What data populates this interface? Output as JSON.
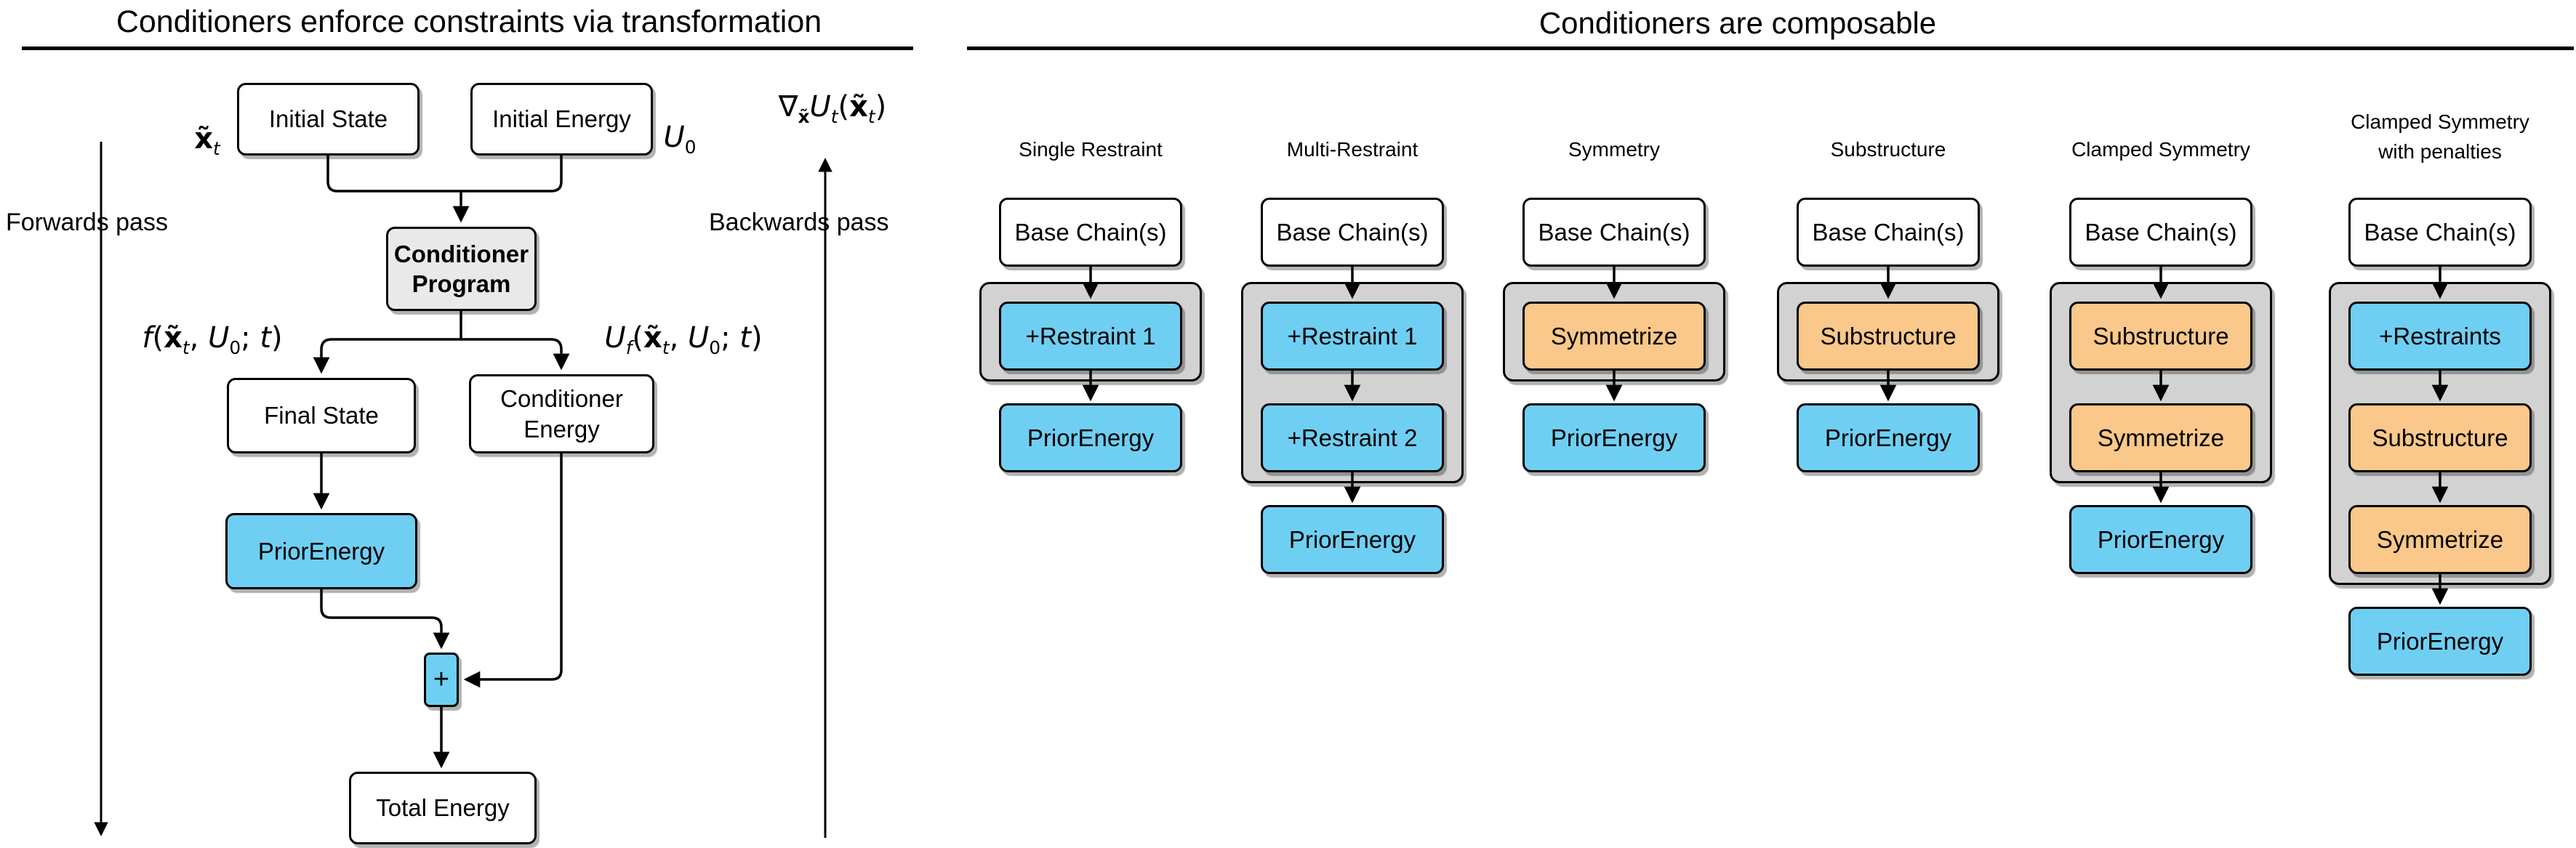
{
  "colors": {
    "box_blue": "#6FCFF2",
    "box_orange": "#F9C88A",
    "container_gray": "#D2D2D2",
    "program_gray": "#E9E9E9",
    "stroke_black": "#000000",
    "background": "#FFFFFF"
  },
  "left_panel": {
    "title": "Conditioners enforce constraints via transformation",
    "forwards_pass": "Forwards pass",
    "backwards_pass": "Backwards pass",
    "nodes": {
      "initial_state": "Initial State",
      "initial_energy": "Initial Energy",
      "conditioner_program_1": "Conditioner",
      "conditioner_program_2": "Program",
      "final_state": "Final State",
      "conditioner_energy_1": "Conditioner",
      "conditioner_energy_2": "Energy",
      "prior_energy": "PriorEnergy",
      "plus": "+",
      "total_energy": "Total Energy"
    },
    "math": {
      "xt": {
        "x": "x̃",
        "sub": "t"
      },
      "u0": {
        "U": "U",
        "sub": "0"
      },
      "grad": {
        "nabla": "∇",
        "nabla_sub": "x̃",
        "U": "U",
        "U_sub": "t",
        "open": "(",
        "x": "x̃",
        "x_sub": "t",
        "close": ")"
      },
      "f": {
        "fn": "f",
        "open": "(",
        "x": "x̃",
        "x_sub": "t",
        "comma": ", ",
        "U": "U",
        "U_sub": "0",
        "semi": "; ",
        "t": "t",
        "close": ")"
      },
      "uf": {
        "fn": "U",
        "fn_sub": "f",
        "open": "(",
        "x": "x̃",
        "x_sub": "t",
        "comma": ", ",
        "U": "U",
        "U_sub": "0",
        "semi": "; ",
        "t": "t",
        "close": ")"
      }
    }
  },
  "right_panel": {
    "title": "Conditioners are composable",
    "columns": [
      {
        "header": "Single Restraint",
        "base": "Base Chain(s)",
        "steps": [
          {
            "label": "+Restraint 1",
            "type": "restraint"
          }
        ],
        "output": "PriorEnergy"
      },
      {
        "header": "Multi-Restraint",
        "base": "Base Chain(s)",
        "steps": [
          {
            "label": "+Restraint 1",
            "type": "restraint"
          },
          {
            "label": "+Restraint 2",
            "type": "restraint"
          }
        ],
        "output": "PriorEnergy"
      },
      {
        "header": "Symmetry",
        "base": "Base Chain(s)",
        "steps": [
          {
            "label": "Symmetrize",
            "type": "transform"
          }
        ],
        "output": "PriorEnergy"
      },
      {
        "header": "Substructure",
        "base": "Base Chain(s)",
        "steps": [
          {
            "label": "Substructure",
            "type": "transform"
          }
        ],
        "output": "PriorEnergy"
      },
      {
        "header": "Clamped Symmetry",
        "base": "Base Chain(s)",
        "steps": [
          {
            "label": "Substructure",
            "type": "transform"
          },
          {
            "label": "Symmetrize",
            "type": "transform"
          }
        ],
        "output": "PriorEnergy"
      },
      {
        "header": "Clamped Symmetry",
        "header2": "with penalties",
        "base": "Base Chain(s)",
        "steps": [
          {
            "label": "+Restraints",
            "type": "restraint"
          },
          {
            "label": "Substructure",
            "type": "transform"
          },
          {
            "label": "Symmetrize",
            "type": "transform"
          }
        ],
        "output": "PriorEnergy"
      }
    ]
  }
}
